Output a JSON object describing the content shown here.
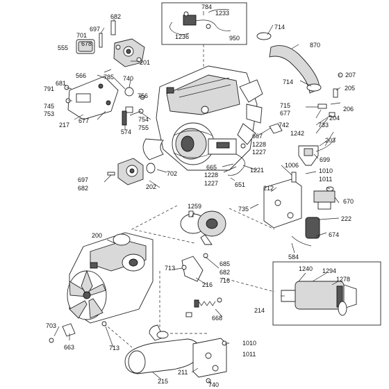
{
  "labels": {
    "l682a": "682",
    "l697a": "697",
    "l701": "701",
    "l678": "678",
    "l555": "555",
    "l566": "566",
    "l681": "681",
    "l791": "791",
    "l745": "745",
    "l753": "753",
    "l217": "217",
    "l677a": "677",
    "l201": "201",
    "l785": "785",
    "l740a": "740",
    "l756": "756",
    "l754": "754",
    "l755": "755",
    "l574": "574",
    "l784": "784",
    "l1233": "1233",
    "l1236": "1236",
    "l950": "950",
    "l714a": "714",
    "l870": "870",
    "l714b": "714",
    "l207": "207",
    "l205": "205",
    "l206": "206",
    "l715": "715",
    "l677b": "677",
    "l742": "742",
    "l1242": "1242",
    "l204": "204",
    "l733": "733",
    "l667": "667",
    "l1228a": "1228",
    "l1227a": "1227",
    "l203": "203",
    "l699": "699",
    "l1006": "1006",
    "l1010a": "1010",
    "l1011a": "1011",
    "l670": "670",
    "l665": "665",
    "l1228b": "1228",
    "l1227b": "1227",
    "l1221": "1221",
    "l651": "651",
    "l702": "702",
    "l697b": "697",
    "l682b": "682",
    "l202": "202",
    "l212": "212",
    "l735": "735",
    "l222": "222",
    "l674": "674",
    "l584": "584",
    "l1259": "1259",
    "l200": "200",
    "l713a": "713",
    "l685": "685",
    "l682c": "682",
    "l716": "716",
    "l216": "216",
    "l1240": "1240",
    "l1294": "1294",
    "l1278": "1278",
    "l214": "214",
    "l668": "668",
    "l703": "703",
    "l663": "663",
    "l713b": "713",
    "l1010b": "1010",
    "l1011b": "1011",
    "l211": "211",
    "l215": "215",
    "l740b": "740"
  }
}
